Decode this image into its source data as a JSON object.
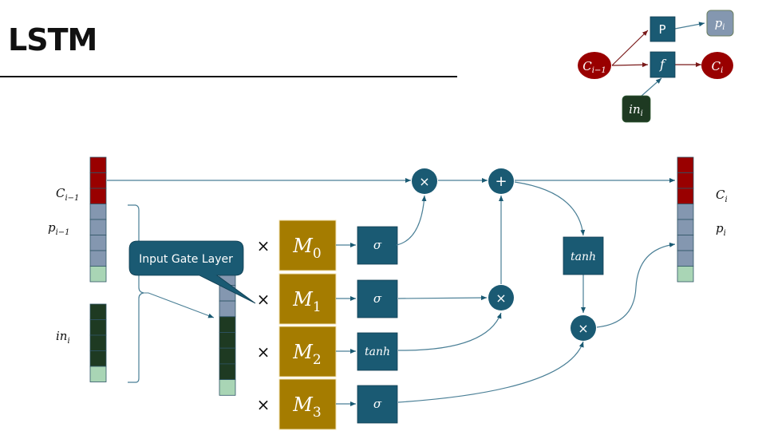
{
  "title": "LSTM",
  "colors": {
    "cell": "#990000",
    "prev_output": "#8497b0",
    "input": "#1e3a22",
    "bias": "#a9d5b5",
    "gate": "#1a5a73",
    "matrix": "#a57c00",
    "line": "#4a7f96",
    "red_line": "#7a1a1a"
  },
  "overview": {
    "c_prev": "C",
    "c_prev_sub": "i−1",
    "p_node": "P",
    "p_out": "p",
    "p_out_sub": "i",
    "f_node": "f",
    "c_out": "C",
    "c_out_sub": "i",
    "in_node": "in",
    "in_sub": "i"
  },
  "input_vector": {
    "c_label": "C",
    "c_sub": "i−1",
    "p_label": "p",
    "p_sub": "i−1",
    "in_label": "in",
    "in_sub": "i"
  },
  "callout": {
    "text": "Input Gate Layer"
  },
  "matrices": [
    {
      "label": "M",
      "sub": "0",
      "op": "×",
      "activation": "σ"
    },
    {
      "label": "M",
      "sub": "1",
      "op": "×",
      "activation": "σ"
    },
    {
      "label": "M",
      "sub": "2",
      "op": "×",
      "activation": "tanh"
    },
    {
      "label": "M",
      "sub": "3",
      "op": "×",
      "activation": "σ"
    }
  ],
  "ops": {
    "forget_mul": "×",
    "add": "+",
    "input_mul": "×",
    "output_mul": "×",
    "tanh": "tanh"
  },
  "output_vector": {
    "c_label": "C",
    "c_sub": "i",
    "p_label": "p",
    "p_sub": "i"
  }
}
